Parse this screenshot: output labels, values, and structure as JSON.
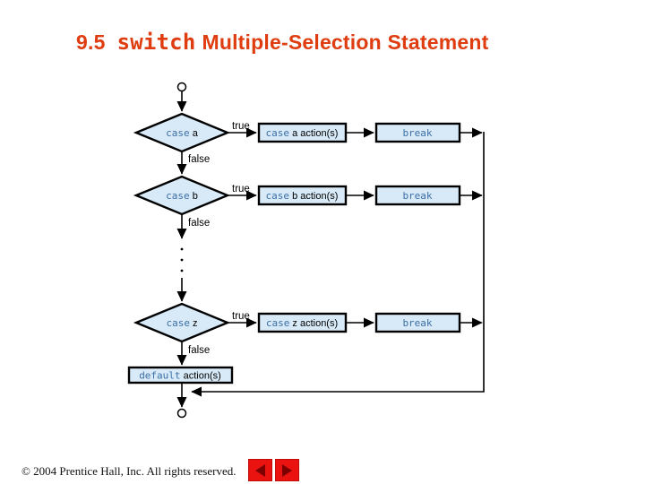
{
  "title": {
    "number": "9.5",
    "keyword": "switch",
    "rest": "Multiple-Selection Statement"
  },
  "flowchart": {
    "true_label": "true",
    "false_label": "false",
    "rows": [
      {
        "case_keyword": "case",
        "case_var": " a",
        "action_keyword": "case",
        "action_rest": " a action(s)",
        "break_label": "break"
      },
      {
        "case_keyword": "case",
        "case_var": " b",
        "action_keyword": "case",
        "action_rest": " b action(s)",
        "break_label": "break"
      },
      {
        "case_keyword": "case",
        "case_var": " z",
        "action_keyword": "case",
        "action_rest": " z action(s)",
        "break_label": "break"
      }
    ],
    "default_box": {
      "keyword": "default",
      "rest": " action(s)"
    }
  },
  "footer": {
    "copyright": "© 2004 Prentice Hall, Inc.  All rights reserved."
  },
  "colors": {
    "title_red": "#df3c0f",
    "shape_fill": "#d8eaf8",
    "keyword_blue": "#3c6fa5",
    "button_red": "#ea1310",
    "button_arrow_dark_red": "#7c0100"
  }
}
